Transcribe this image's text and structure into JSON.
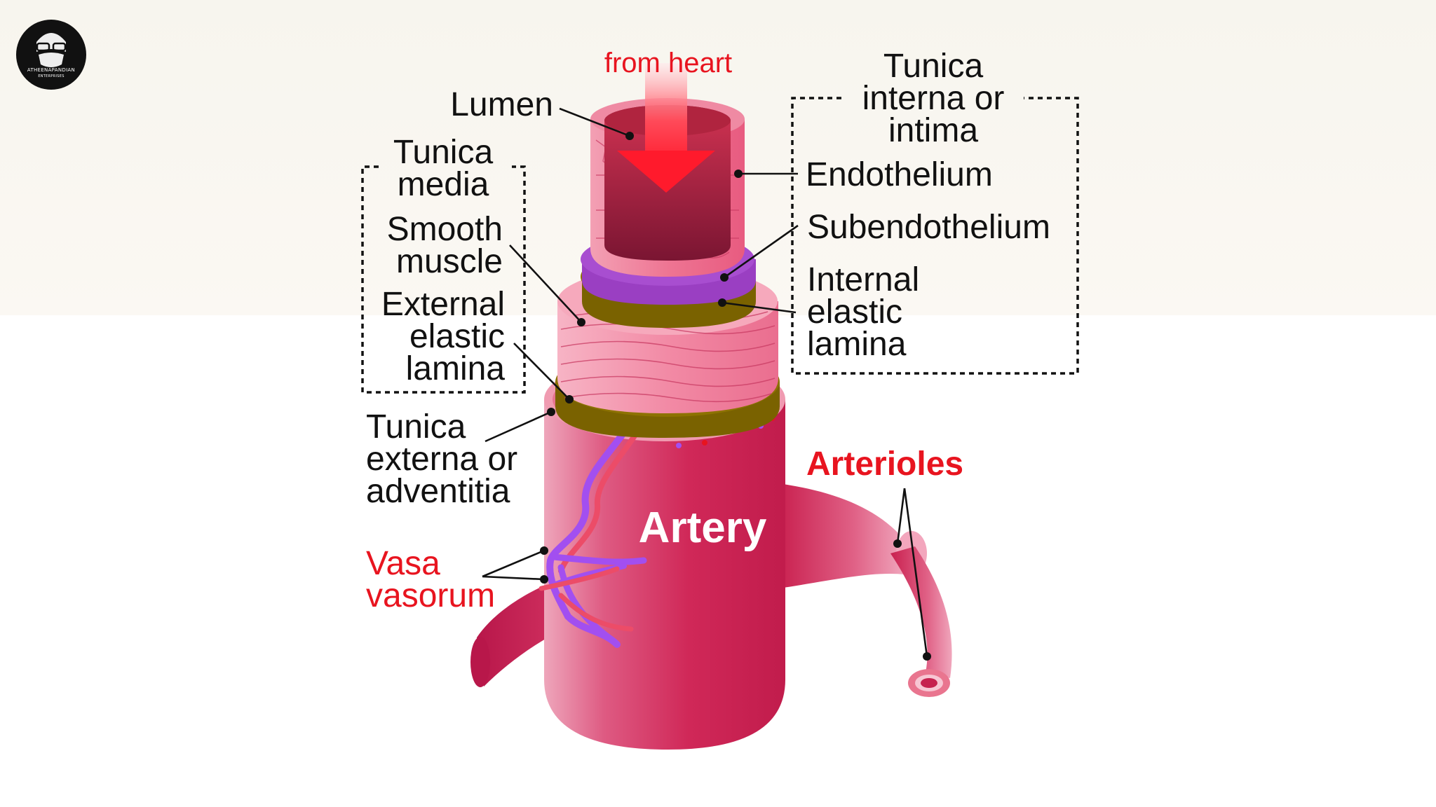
{
  "logo": {
    "icon": "bearded-man-glasses-icon",
    "text": "ATHEENAPANDIAN",
    "subtext": "ENTERPRISES"
  },
  "labels": {
    "from_heart": "from heart",
    "lumen": "Lumen",
    "tunica_interna": [
      "Tunica",
      "interna or",
      "intima"
    ],
    "endothelium": "Endothelium",
    "subendothelium": "Subendothelium",
    "internal_elastic": [
      "Internal",
      "elastic",
      "lamina"
    ],
    "tunica_media": [
      "Tunica",
      "media"
    ],
    "smooth_muscle": [
      "Smooth",
      "muscle"
    ],
    "external_elastic": [
      "External",
      "elastic",
      "lamina"
    ],
    "tunica_externa": [
      "Tunica",
      "externa or",
      "adventitia"
    ],
    "artery": "Artery",
    "arterioles": "Arterioles",
    "vasa_vasorum": [
      "Vasa",
      "vasorum"
    ]
  },
  "colors": {
    "accent_red": "#e8141f",
    "artery": "#d42a5b",
    "intima": "#f07a95",
    "subendothelium": "#9a3fc2",
    "elastic_lamina": "#7a6200",
    "smooth_muscle": "#f49bb2",
    "vein": "#a24ff0"
  }
}
